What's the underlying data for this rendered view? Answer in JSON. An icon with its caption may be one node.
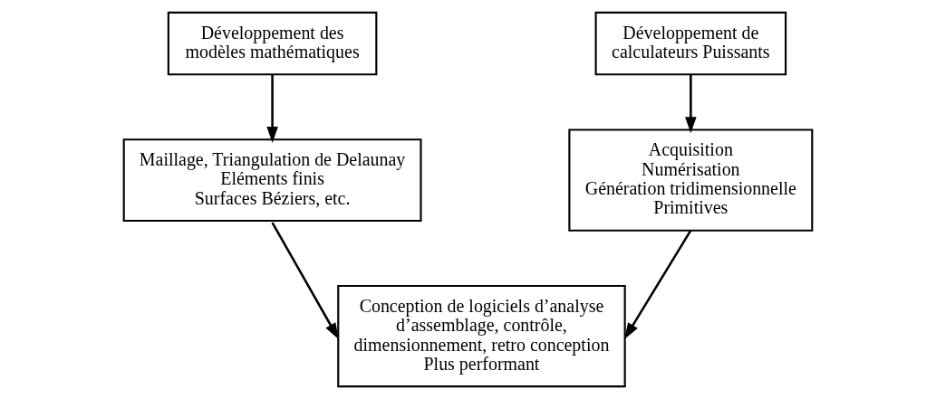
{
  "diagram": {
    "nodes": [
      {
        "text": [
          "Développement des modèles mathématiques"
        ]
      },
      {
        "text": [
          "Maillage, Triangulation de Delaunay",
          "Eléments finis",
          "Surfaces Béziers, etc."
        ]
      },
      {
        "text": [
          "Développement de calculateurs Puissants"
        ]
      },
      {
        "text": [
          "Acquisition",
          "Numérisation",
          "Génération tridimensionnelle",
          "Primitives"
        ]
      },
      {
        "text": [
          "Conception de logiciels d’analyse d’assemblage, contrôle, dimensionnement, retro conception",
          "Plus performant"
        ]
      }
    ],
    "edges": [
      {
        "from": 0,
        "to": 1,
        "arrow": "to"
      },
      {
        "from": 2,
        "to": 3,
        "arrow": "to"
      },
      {
        "from": 1,
        "to": 4,
        "arrow": "to"
      },
      {
        "from": 3,
        "to": 4,
        "arrow": "to"
      }
    ]
  }
}
